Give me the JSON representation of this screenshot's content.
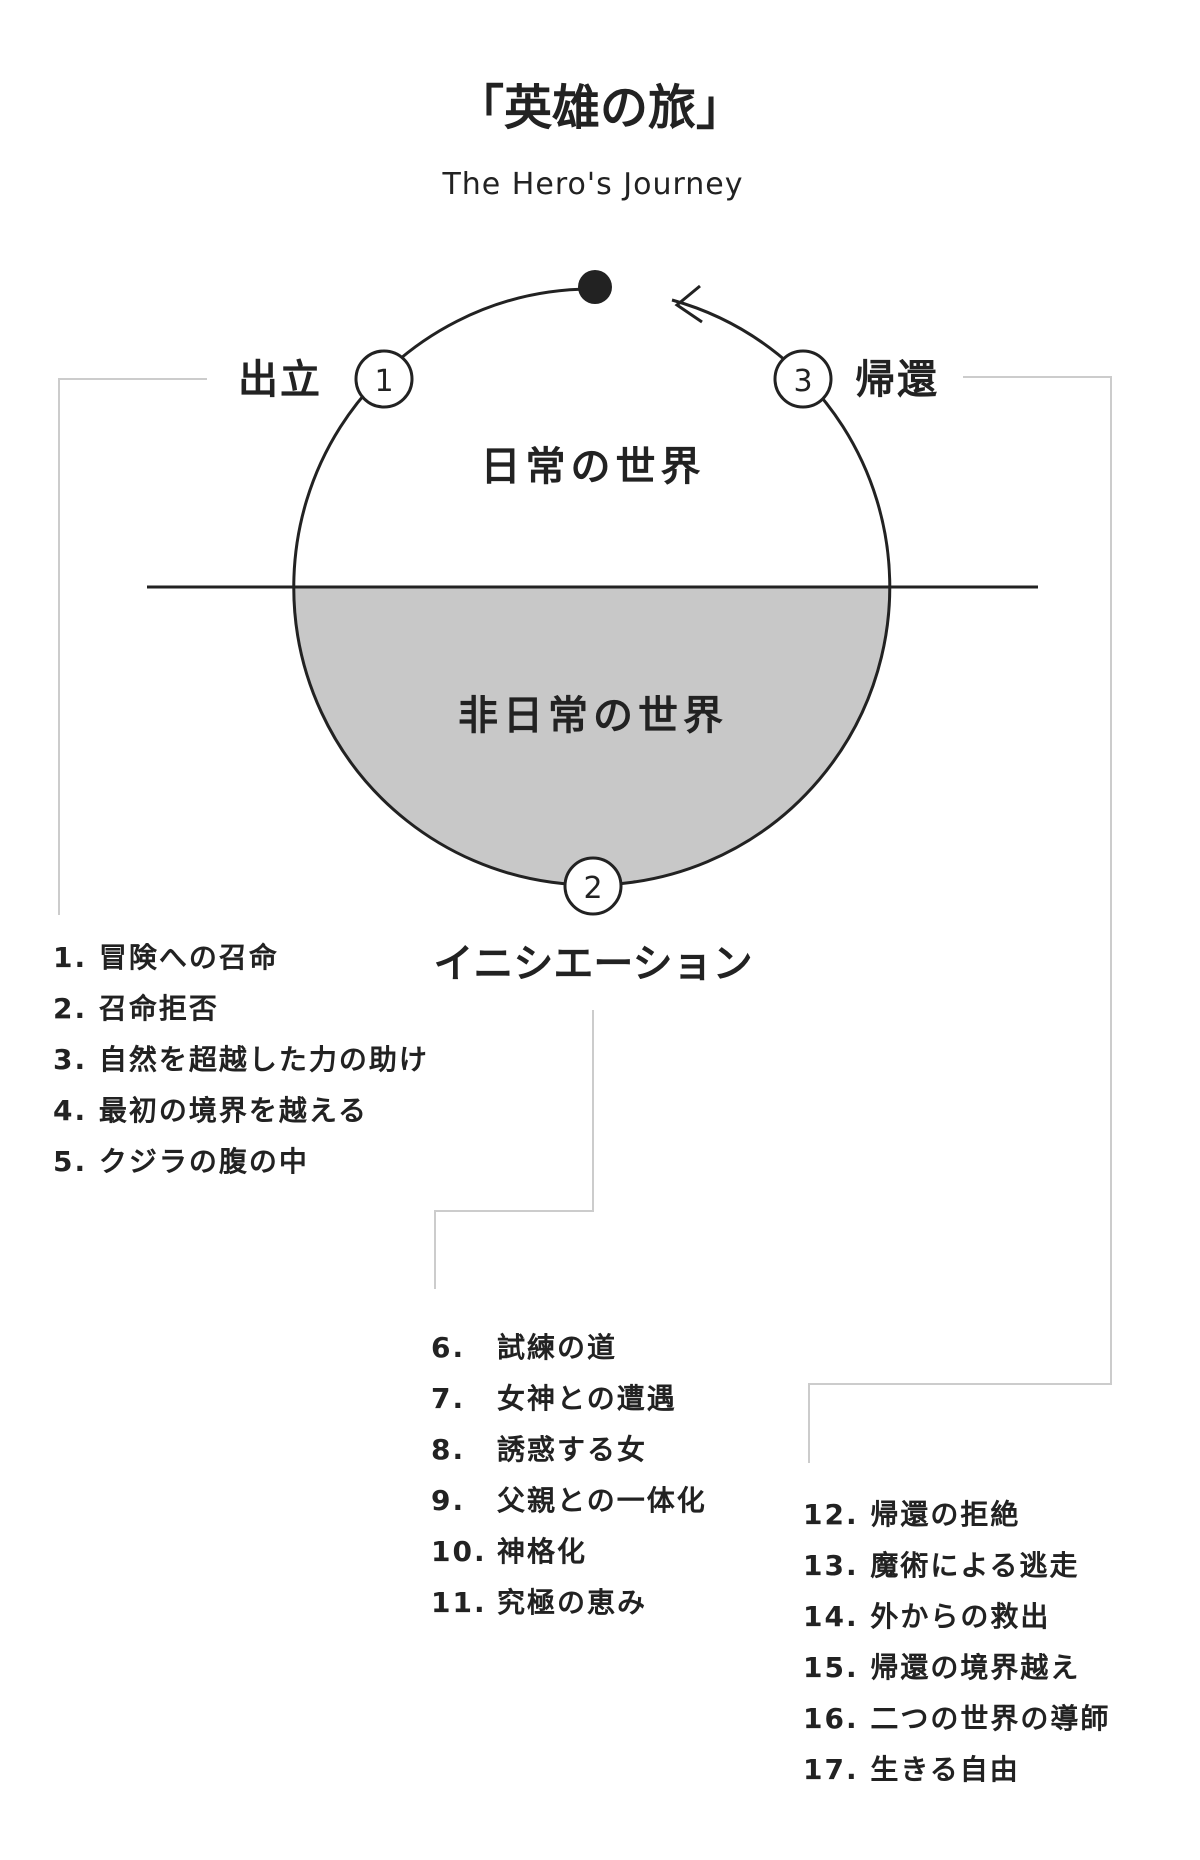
{
  "title": "「英雄の旅」",
  "subtitle": "The Hero's Journey",
  "colors": {
    "ink": "#222222",
    "fill": "#c8c8c8",
    "connector": "#cccccc"
  },
  "stages": [
    {
      "number": "1",
      "label": "出立"
    },
    {
      "number": "2",
      "label": "イニシエーション"
    },
    {
      "number": "3",
      "label": "帰還"
    }
  ],
  "worlds": {
    "ordinary": "日常の世界",
    "special": "非日常の世界"
  },
  "departure_steps": [
    {
      "num": "1.",
      "text": "冒険への召命"
    },
    {
      "num": "2.",
      "text": "召命拒否"
    },
    {
      "num": "3.",
      "text": "自然を超越した力の助け"
    },
    {
      "num": "4.",
      "text": "最初の境界を越える"
    },
    {
      "num": "5.",
      "text": "クジラの腹の中"
    }
  ],
  "initiation_steps": [
    {
      "num": "6.",
      "text": "試練の道"
    },
    {
      "num": "7.",
      "text": "女神との遭遇"
    },
    {
      "num": "8.",
      "text": "誘惑する女"
    },
    {
      "num": "9.",
      "text": "父親との一体化"
    },
    {
      "num": "10.",
      "text": "神格化"
    },
    {
      "num": "11.",
      "text": "究極の恵み"
    }
  ],
  "return_steps": [
    {
      "num": "12.",
      "text": "帰還の拒絶"
    },
    {
      "num": "13.",
      "text": "魔術による逃走"
    },
    {
      "num": "14.",
      "text": "外からの救出"
    },
    {
      "num": "15.",
      "text": "帰還の境界越え"
    },
    {
      "num": "16.",
      "text": "二つの世界の導師"
    },
    {
      "num": "17.",
      "text": "生きる自由"
    }
  ]
}
